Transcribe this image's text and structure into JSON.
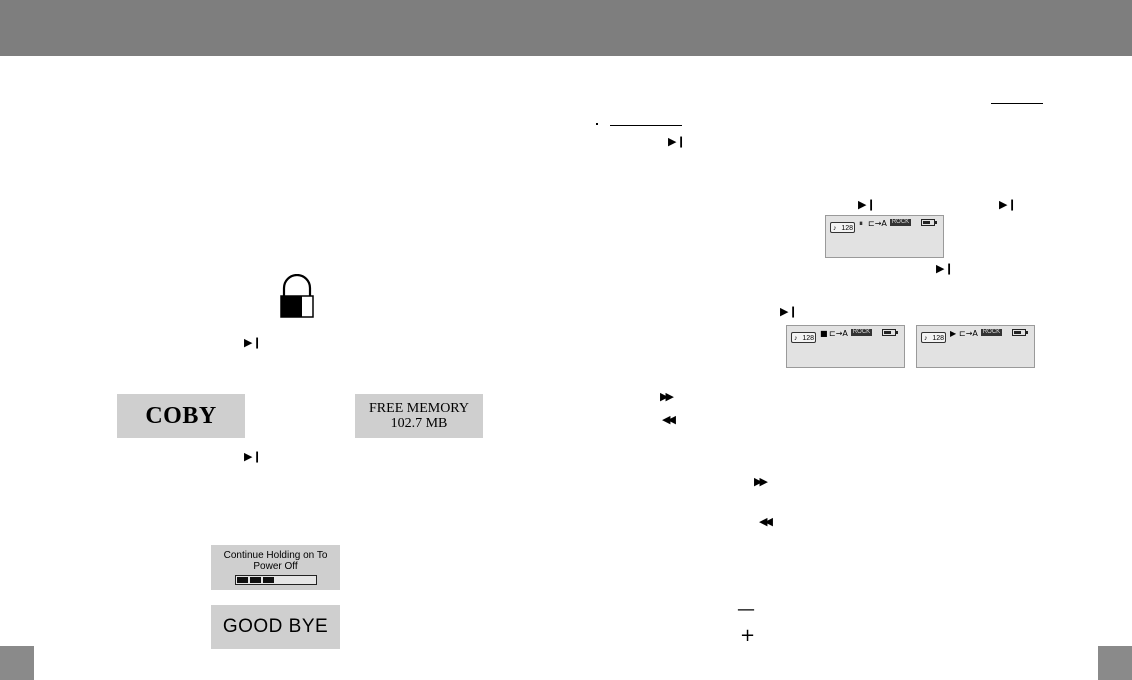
{
  "header": {
    "color": "#7e7e7e"
  },
  "icons": {
    "play_pause": "play-pause-icon",
    "fast_forward": "fast-forward-icon",
    "rewind": "rewind-icon",
    "minus": "minus-icon",
    "plus": "plus-icon",
    "lock": "lock-icon"
  },
  "glyphs": {
    "play_pause": "▶❙",
    "fast_forward": "▶▶",
    "rewind": "◀◀",
    "minus": "—",
    "plus": "+"
  },
  "screens": {
    "boot_logo": "COBY",
    "free_memory_label": "FREE MEMORY",
    "free_memory_value": "102.7 MB",
    "power_off_line1": "Continue Holding on To",
    "power_off_line2": "Power Off",
    "power_off_progress": 0.55,
    "goodbye": "GOOD BYE"
  },
  "lcd": {
    "bitrate": "128",
    "eq": "ROCK",
    "repeat": "A",
    "status_paused": "⏸",
    "status_stopped": "■",
    "status_playing": "▶"
  }
}
